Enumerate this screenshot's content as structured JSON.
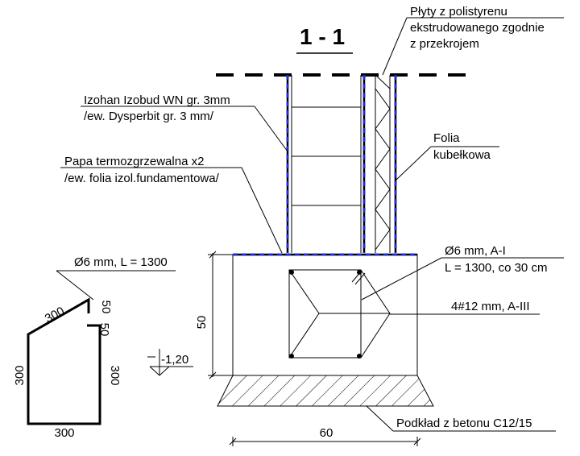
{
  "section_title": "1 - 1",
  "labels": {
    "plyty_line1": "Płyty z polistyrenu",
    "plyty_line2": "ekstrudowanego zgodnie",
    "plyty_line3": "z przekrojem",
    "izohan_line1": "Izohan Izobud WN gr. 3mm",
    "izohan_line2": "/ew. Dysperbit gr. 3 mm/",
    "folia_line1": "Folia",
    "folia_line2": "kubełkowa",
    "papa_line1": "Papa termozgrzewalna x2",
    "papa_line2": "/ew. folia izol.fundamentowa/",
    "stirrup_title": "Ø6 mm, L = 1300",
    "stirrup_note_line1": "Ø6 mm, A-I",
    "stirrup_note_line2": "L = 1300, co 30 cm",
    "main_bars": "4#12 mm, A-III",
    "podklad": "Podkład z betonu C12/15"
  },
  "dimensions": {
    "height": "50",
    "width": "60",
    "level": "-1,20",
    "stirrup_top": "300",
    "stirrup_hook1": "50",
    "stirrup_hook2": "50",
    "stirrup_left": "300",
    "stirrup_right": "300",
    "stirrup_bottom": "300"
  },
  "colors": {
    "insulation_dash": "#1f2bd6"
  }
}
